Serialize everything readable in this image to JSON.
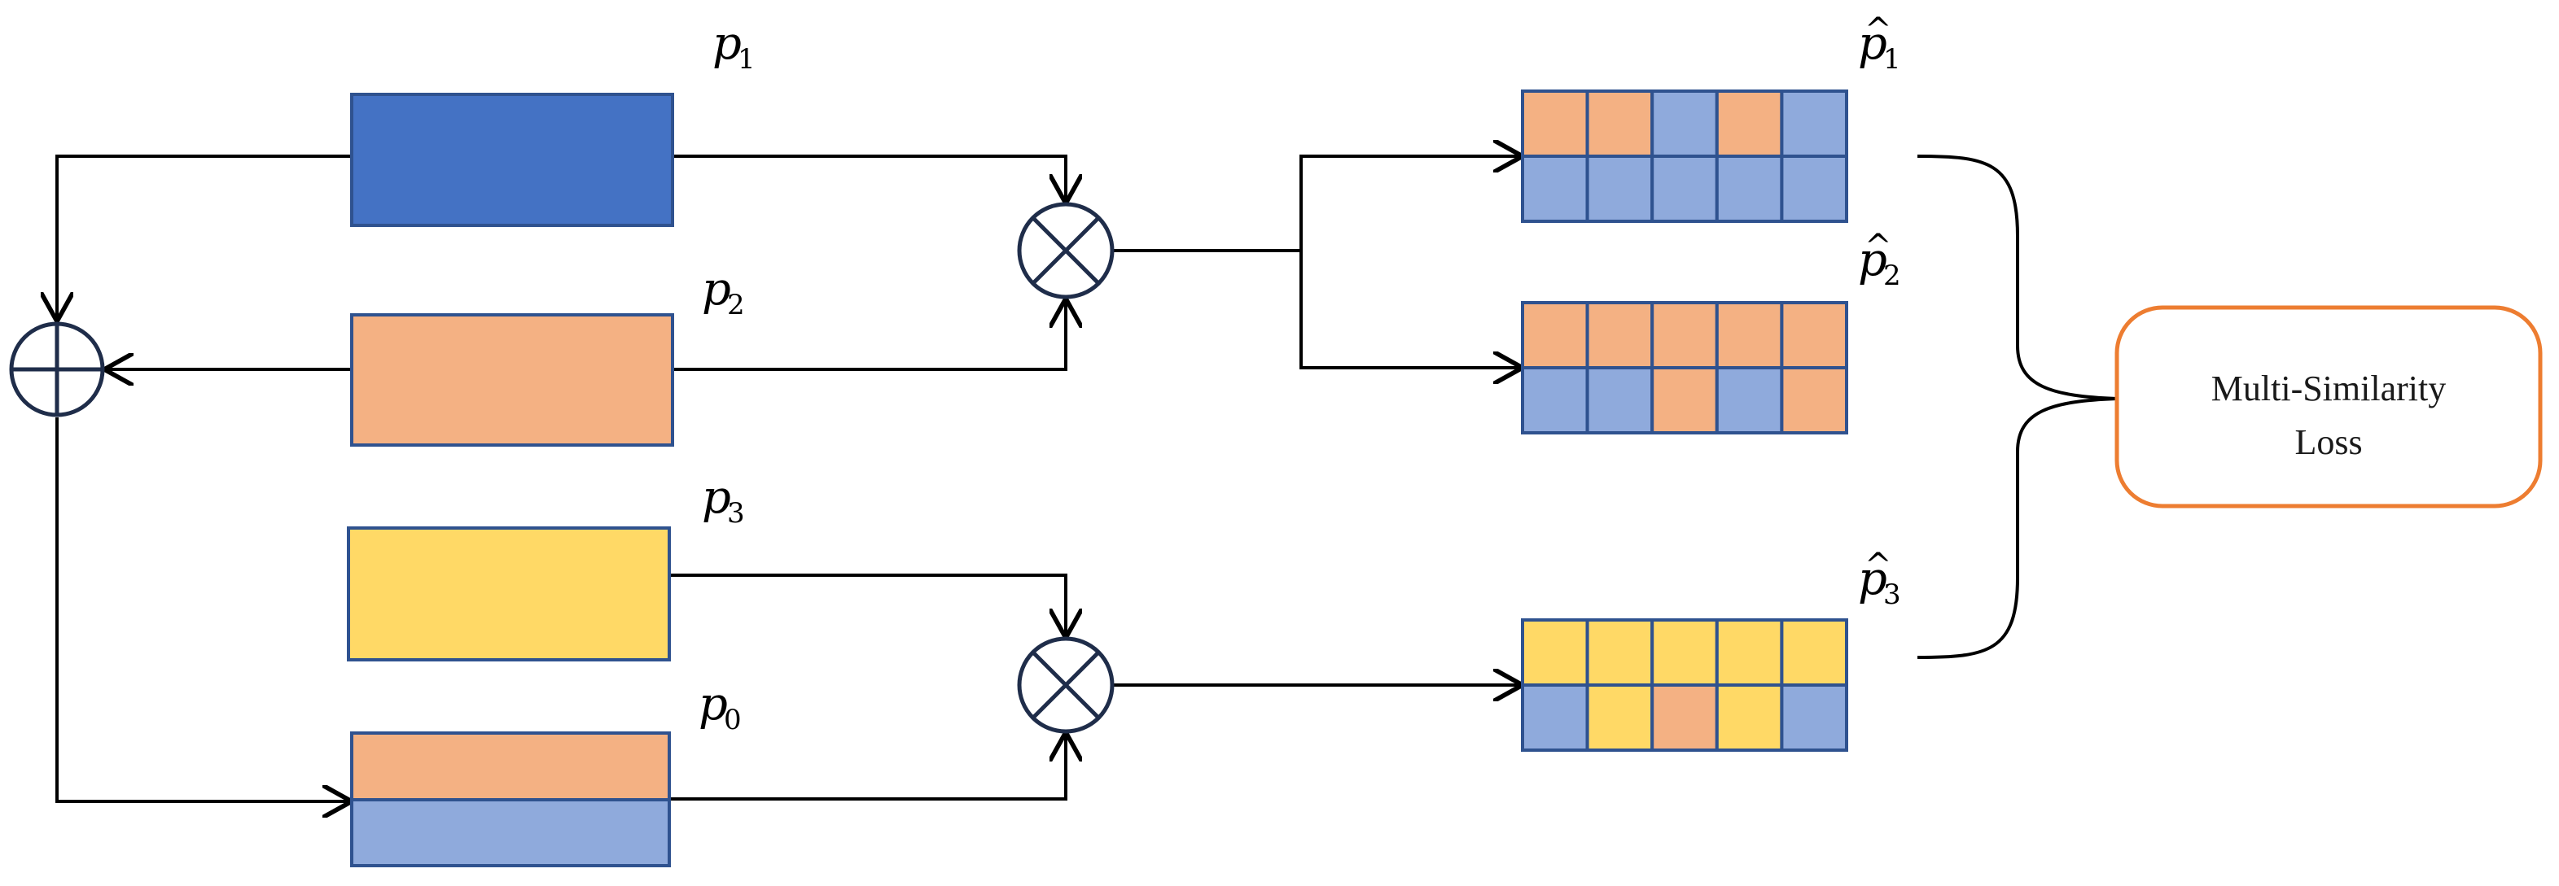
{
  "colors": {
    "blue_dark": "#4472c4",
    "blue_light": "#8faadc",
    "orange": "#f4b183",
    "yellow": "#ffd966",
    "cell_border": "#2f528f",
    "loss_border": "#ed7d31",
    "operator": "#1f2d4a"
  },
  "inputs": [
    {
      "id": "p1",
      "base": "p",
      "sub": "1",
      "color": "blue_dark"
    },
    {
      "id": "p2",
      "base": "p",
      "sub": "2",
      "color": "orange"
    },
    {
      "id": "p3",
      "base": "p",
      "sub": "3",
      "color": "yellow"
    },
    {
      "id": "p0",
      "base": "p",
      "sub": "0",
      "colors": [
        "orange",
        "blue_light"
      ]
    }
  ],
  "outputs": [
    {
      "id": "p1_hat",
      "base": "p",
      "hat": "^",
      "sub": "1",
      "rows": [
        [
          "orange",
          "orange",
          "blue_light",
          "orange",
          "blue_light"
        ],
        [
          "blue_light",
          "blue_light",
          "blue_light",
          "blue_light",
          "blue_light"
        ]
      ]
    },
    {
      "id": "p2_hat",
      "base": "p",
      "hat": "^",
      "sub": "2",
      "rows": [
        [
          "orange",
          "orange",
          "orange",
          "orange",
          "orange"
        ],
        [
          "blue_light",
          "blue_light",
          "orange",
          "blue_light",
          "orange"
        ]
      ]
    },
    {
      "id": "p3_hat",
      "base": "p",
      "hat": "^",
      "sub": "3",
      "rows": [
        [
          "yellow",
          "yellow",
          "yellow",
          "yellow",
          "yellow"
        ],
        [
          "blue_light",
          "yellow",
          "orange",
          "yellow",
          "blue_light"
        ]
      ]
    }
  ],
  "operators": {
    "add": "element-wise-add",
    "multiply": "element-wise-multiply"
  },
  "loss": {
    "line1": "Multi-Similarity",
    "line2": "Loss"
  }
}
